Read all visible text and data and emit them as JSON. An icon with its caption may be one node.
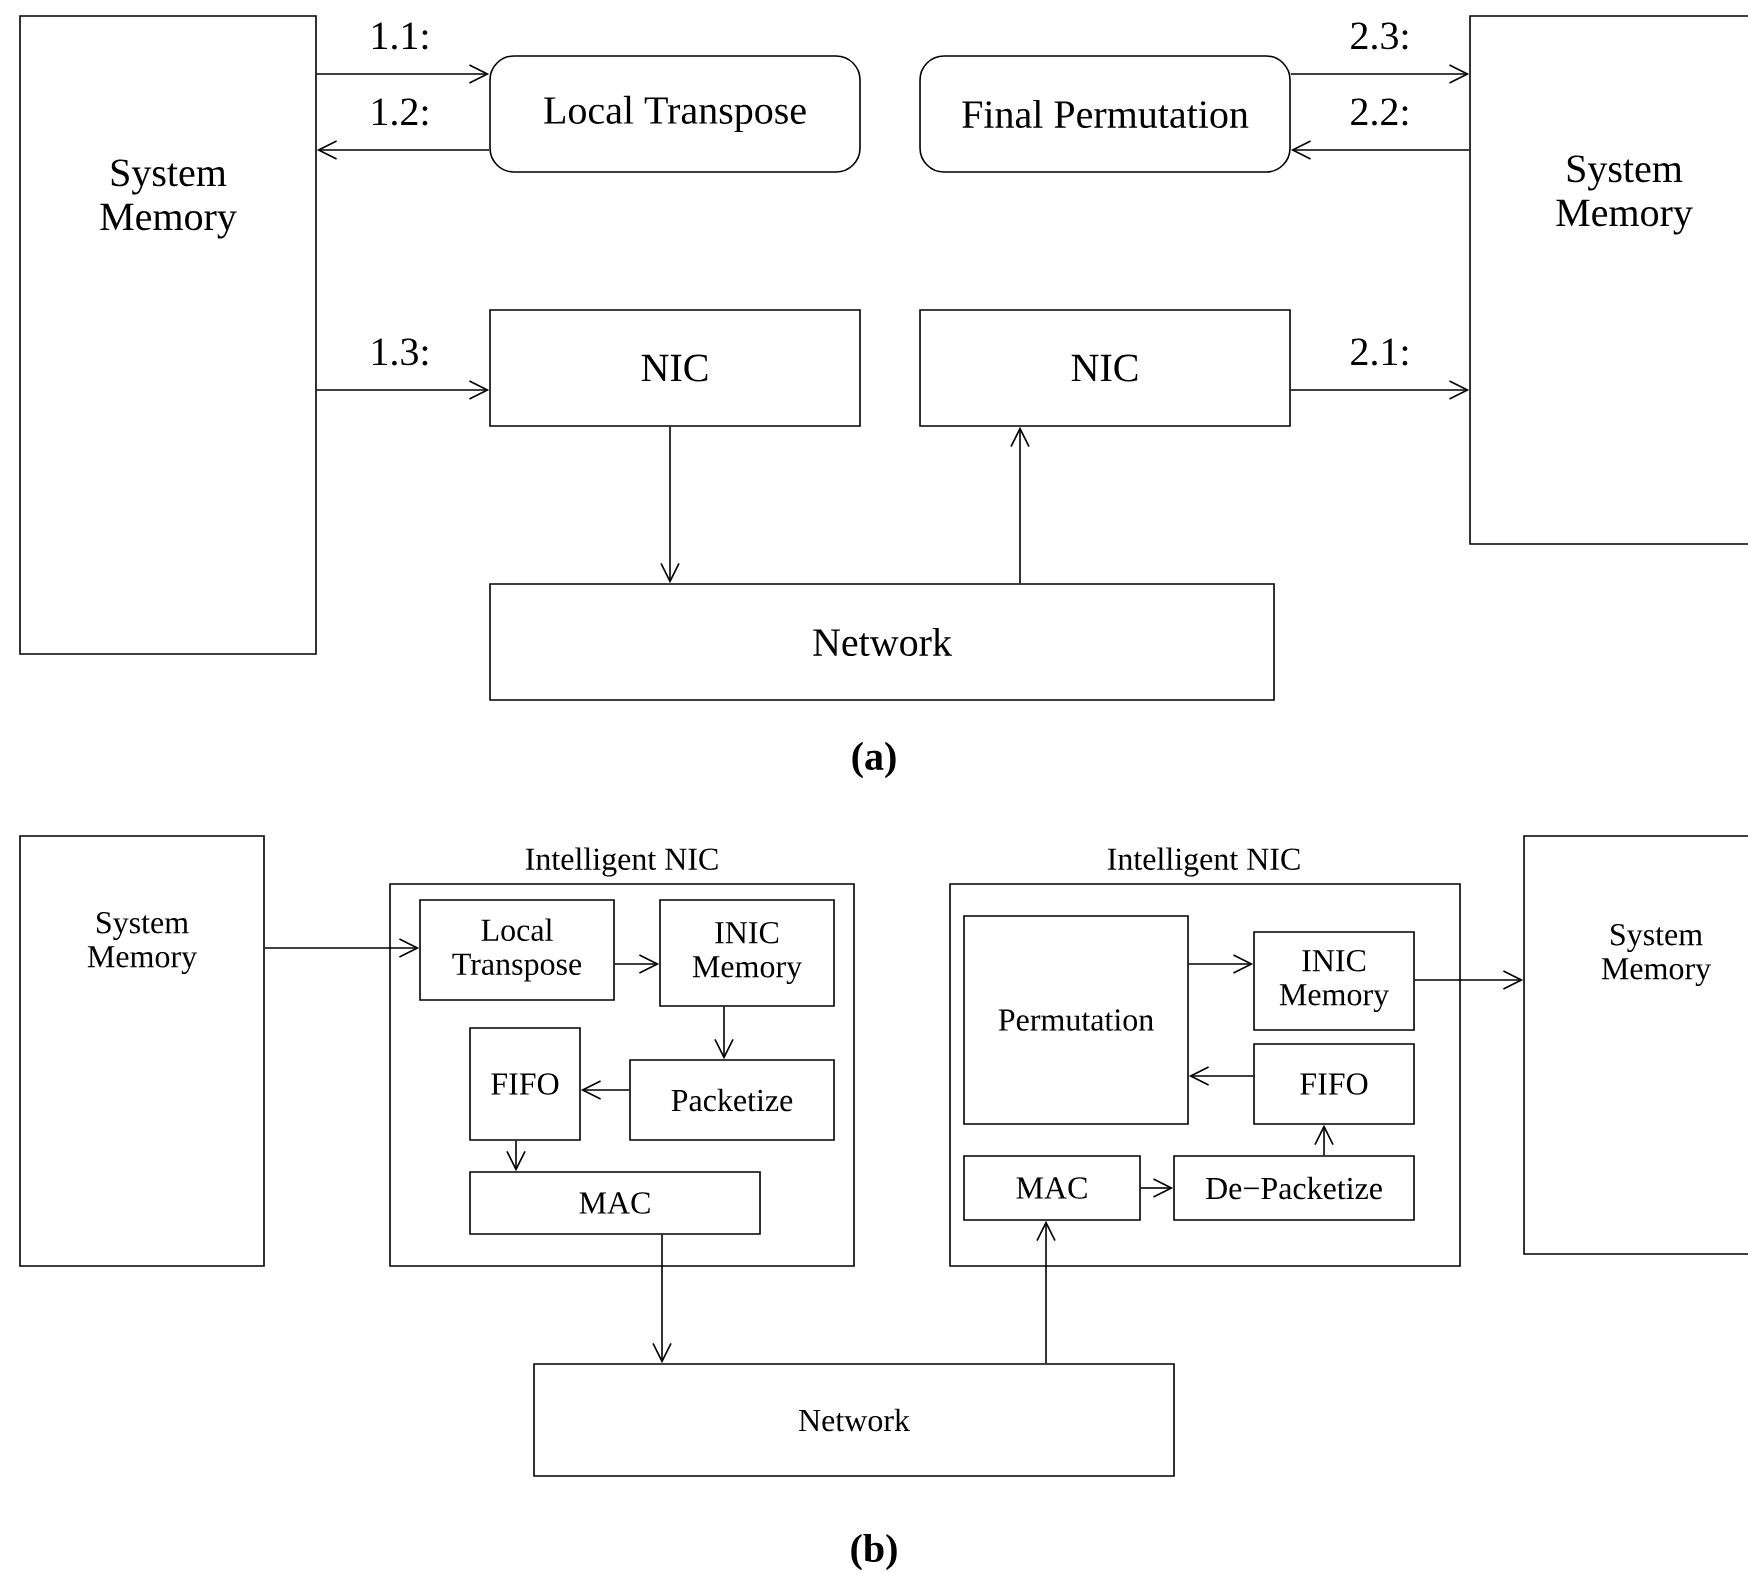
{
  "diagram": {
    "nodes": [
      {
        "text": [
          "System Memory"
        ]
      },
      {
        "text": [
          "Local Transpose"
        ]
      },
      {
        "text": [
          "Final Permutation"
        ]
      },
      {
        "text": [
          "System Memory"
        ]
      },
      {
        "text": [
          "NIC"
        ]
      },
      {
        "text": [
          "NIC"
        ]
      },
      {
        "text": [
          "Network"
        ]
      },
      {
        "text": [
          "System Memory"
        ]
      },
      {
        "text": [
          "Intelligent NIC"
        ]
      },
      {
        "text": [
          "Local Transpose"
        ],
        "in": 8
      },
      {
        "text": [
          "INIC Memory"
        ],
        "in": 8
      },
      {
        "text": [
          "FIFO"
        ],
        "in": 8
      },
      {
        "text": [
          "Packetize"
        ],
        "in": 8
      },
      {
        "text": [
          "MAC"
        ],
        "in": 8
      },
      {
        "text": [
          "Intelligent NIC"
        ]
      },
      {
        "text": [
          "Permutation"
        ],
        "in": 14
      },
      {
        "text": [
          "INIC Memory"
        ],
        "in": 14
      },
      {
        "text": [
          "FIFO"
        ],
        "in": 14
      },
      {
        "text": [
          "MAC"
        ],
        "in": 14
      },
      {
        "text": [
          "De−Packetize"
        ],
        "in": 14
      },
      {
        "text": [
          "System Memory"
        ]
      },
      {
        "text": [
          "Network"
        ]
      }
    ],
    "edges": [
      {
        "from": 0,
        "to": 1,
        "arrow": "to",
        "label": "1.1:"
      },
      {
        "from": 1,
        "to": 0,
        "arrow": "to",
        "label": "1.2:"
      },
      {
        "from": 0,
        "to": 4,
        "arrow": "to",
        "label": "1.3:"
      },
      {
        "from": 2,
        "to": 3,
        "arrow": "to",
        "label": "2.3:"
      },
      {
        "from": 3,
        "to": 2,
        "arrow": "to",
        "label": "2.2:"
      },
      {
        "from": 5,
        "to": 3,
        "arrow": "to",
        "label": "2.1:"
      },
      {
        "from": 4,
        "to": 6,
        "arrow": "to"
      },
      {
        "from": 6,
        "to": 5,
        "arrow": "to"
      },
      {
        "from": 7,
        "to": 9,
        "arrow": "to"
      },
      {
        "from": 9,
        "to": 10,
        "arrow": "to"
      },
      {
        "from": 10,
        "to": 12,
        "arrow": "to"
      },
      {
        "from": 12,
        "to": 11,
        "arrow": "to"
      },
      {
        "from": 11,
        "to": 13,
        "arrow": "to"
      },
      {
        "from": 13,
        "to": 21,
        "arrow": "to"
      },
      {
        "from": 21,
        "to": 18,
        "arrow": "to"
      },
      {
        "from": 18,
        "to": 19,
        "arrow": "to"
      },
      {
        "from": 19,
        "to": 17,
        "arrow": "to"
      },
      {
        "from": 17,
        "to": 15,
        "arrow": "to"
      },
      {
        "from": 15,
        "to": 16,
        "arrow": "to"
      },
      {
        "from": 16,
        "to": 20,
        "arrow": "to"
      }
    ],
    "labels": [
      "(a)",
      "(b)"
    ]
  }
}
